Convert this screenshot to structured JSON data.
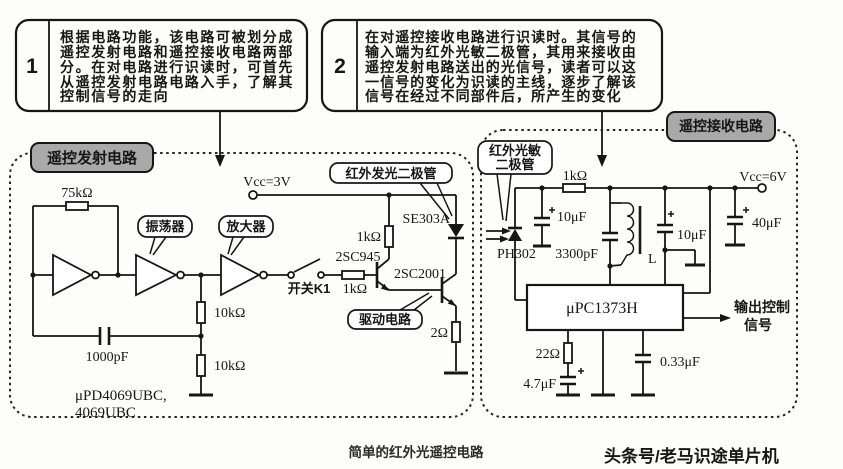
{
  "notes": [
    {
      "number": "1",
      "lines": [
        "根据电路功能，该电路可被划分成",
        "遥控发射电路和遥控接收电路两部",
        "分。在对电路进行识读时，可首先",
        "从遥控发射电路电路入手，了解其",
        "控制信号的走向"
      ]
    },
    {
      "number": "2",
      "lines": [
        "在对遥控接收电路进行识读时。其信号的",
        "输入端为红外光敏二极管，其用来接收由",
        "遥控发射电路送出的光信号，读者可以这",
        "一信号的变化为识读的主线，逐步了解该",
        "信号在经过不同部件后，所产生的变化"
      ]
    }
  ],
  "transmitter": {
    "title": "遥控发射电路",
    "labels": {
      "r_feedback": "75kΩ",
      "oscillator": "振荡器",
      "amplifier": "放大器",
      "vcc": "Vcc=3V",
      "ir_led_callout": "红外发光二极管",
      "led_model": "SE303A",
      "r_collector": "1kΩ",
      "q1": "2SC945",
      "q2": "2SC2001",
      "switch": "开关K1",
      "r_base": "1kΩ",
      "driver_callout": "驱动电路",
      "r_emitter": "2Ω",
      "r_div1": "10kΩ",
      "r_div2": "10kΩ",
      "c_feedback": "1000pF",
      "ic_line1": "μPD4069UBC,",
      "ic_line2": "4069UBC"
    }
  },
  "receiver": {
    "title": "遥控接收电路",
    "labels": {
      "photodiode_callout_line1": "红外光敏",
      "photodiode_callout_line2": "二极管",
      "pd_model": "PH302",
      "r_input": "1kΩ",
      "c_filter1": "10μF",
      "c_tank": "3300pF",
      "inductor": "L",
      "c_filter2": "10μF",
      "c_supply": "40μF",
      "vcc": "Vcc=6V",
      "ic": "μPC1373H",
      "r_agc": "22Ω",
      "c_agc": "4.7μF",
      "c_det": "0.33μF",
      "output_line1": "输出控制",
      "output_line2": "信号"
    }
  },
  "caption": "简单的红外光遥控电路",
  "watermark": "头条号/老马识途单片机",
  "colors": {
    "header_fill": "#a9a9a9",
    "ink": "#161616",
    "watermark": "#9c9c9c",
    "background": "#fdfdfb"
  }
}
